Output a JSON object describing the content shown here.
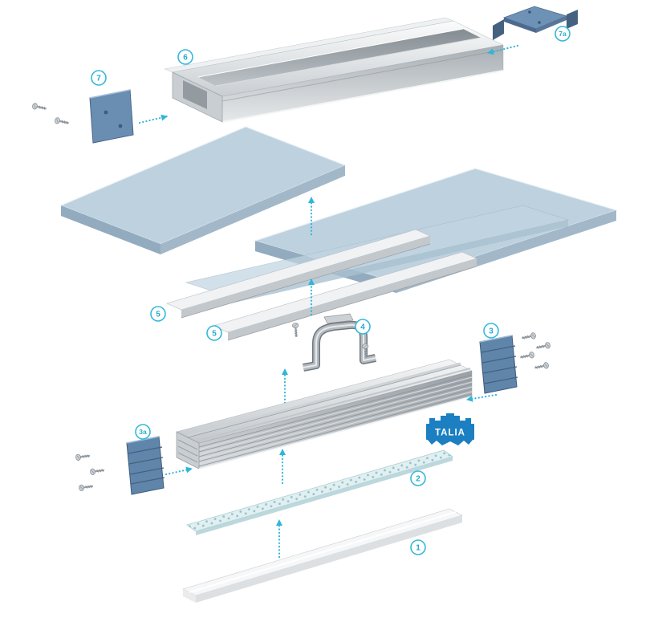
{
  "brand": {
    "label": "TALIA",
    "color": "#1b7fc2"
  },
  "callouts": {
    "c1": "1",
    "c2": "2",
    "c3": "3",
    "c3a": "3a",
    "c4": "4",
    "c5a": "5",
    "c5b": "5",
    "c6": "6",
    "c7": "7",
    "c7a": "7a"
  },
  "parts": {
    "p1": "diffuser-cover",
    "p2": "led-strip",
    "p3": "end-cap-right",
    "p3a": "end-cap-left",
    "p4": "mounting-spring-clip",
    "p5": "trim-profile",
    "p6": "main-housing-profile",
    "p7": "housing-end-cap",
    "p7a": "mounting-bracket-plate"
  },
  "colors": {
    "accent": "#2fb6d9",
    "part_blue": "#6288ad",
    "aluminum": "#d9dde0",
    "glass_panel": "#b6cbdb",
    "led_strip": "#e2eff1",
    "diffuser": "#f6f7f8"
  }
}
